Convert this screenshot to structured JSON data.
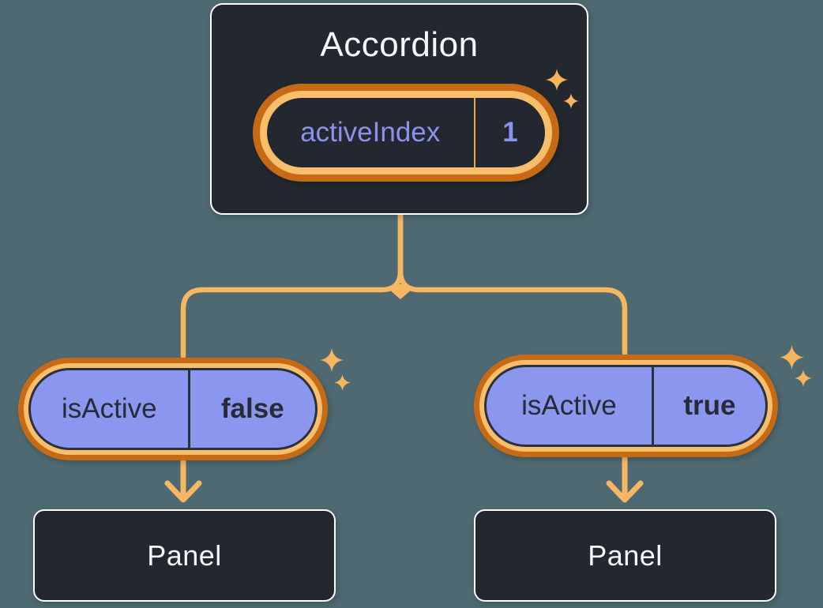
{
  "diagram": {
    "root": {
      "title": "Accordion",
      "state": {
        "label": "activeIndex",
        "value": "1"
      }
    },
    "children": [
      {
        "prop": {
          "label": "isActive",
          "value": "false"
        },
        "panel_title": "Panel"
      },
      {
        "prop": {
          "label": "isActive",
          "value": "true"
        },
        "panel_title": "Panel"
      }
    ]
  },
  "icons": {
    "sparkle-icon": "✦",
    "arrow-down-icon": "↓"
  },
  "colors": {
    "background": "#4e6971",
    "card_bg": "#23272f",
    "card_border": "#ffffff",
    "purple_fill": "#8b97ef",
    "purple_text": "#8a93ec",
    "dark_text": "#262b35",
    "ring_outer": "#c76a15",
    "ring_inner": "#f9be6b",
    "connector": "#f6b763",
    "sparkle": "#f7b45c",
    "text_light": "#f5f6f8"
  }
}
